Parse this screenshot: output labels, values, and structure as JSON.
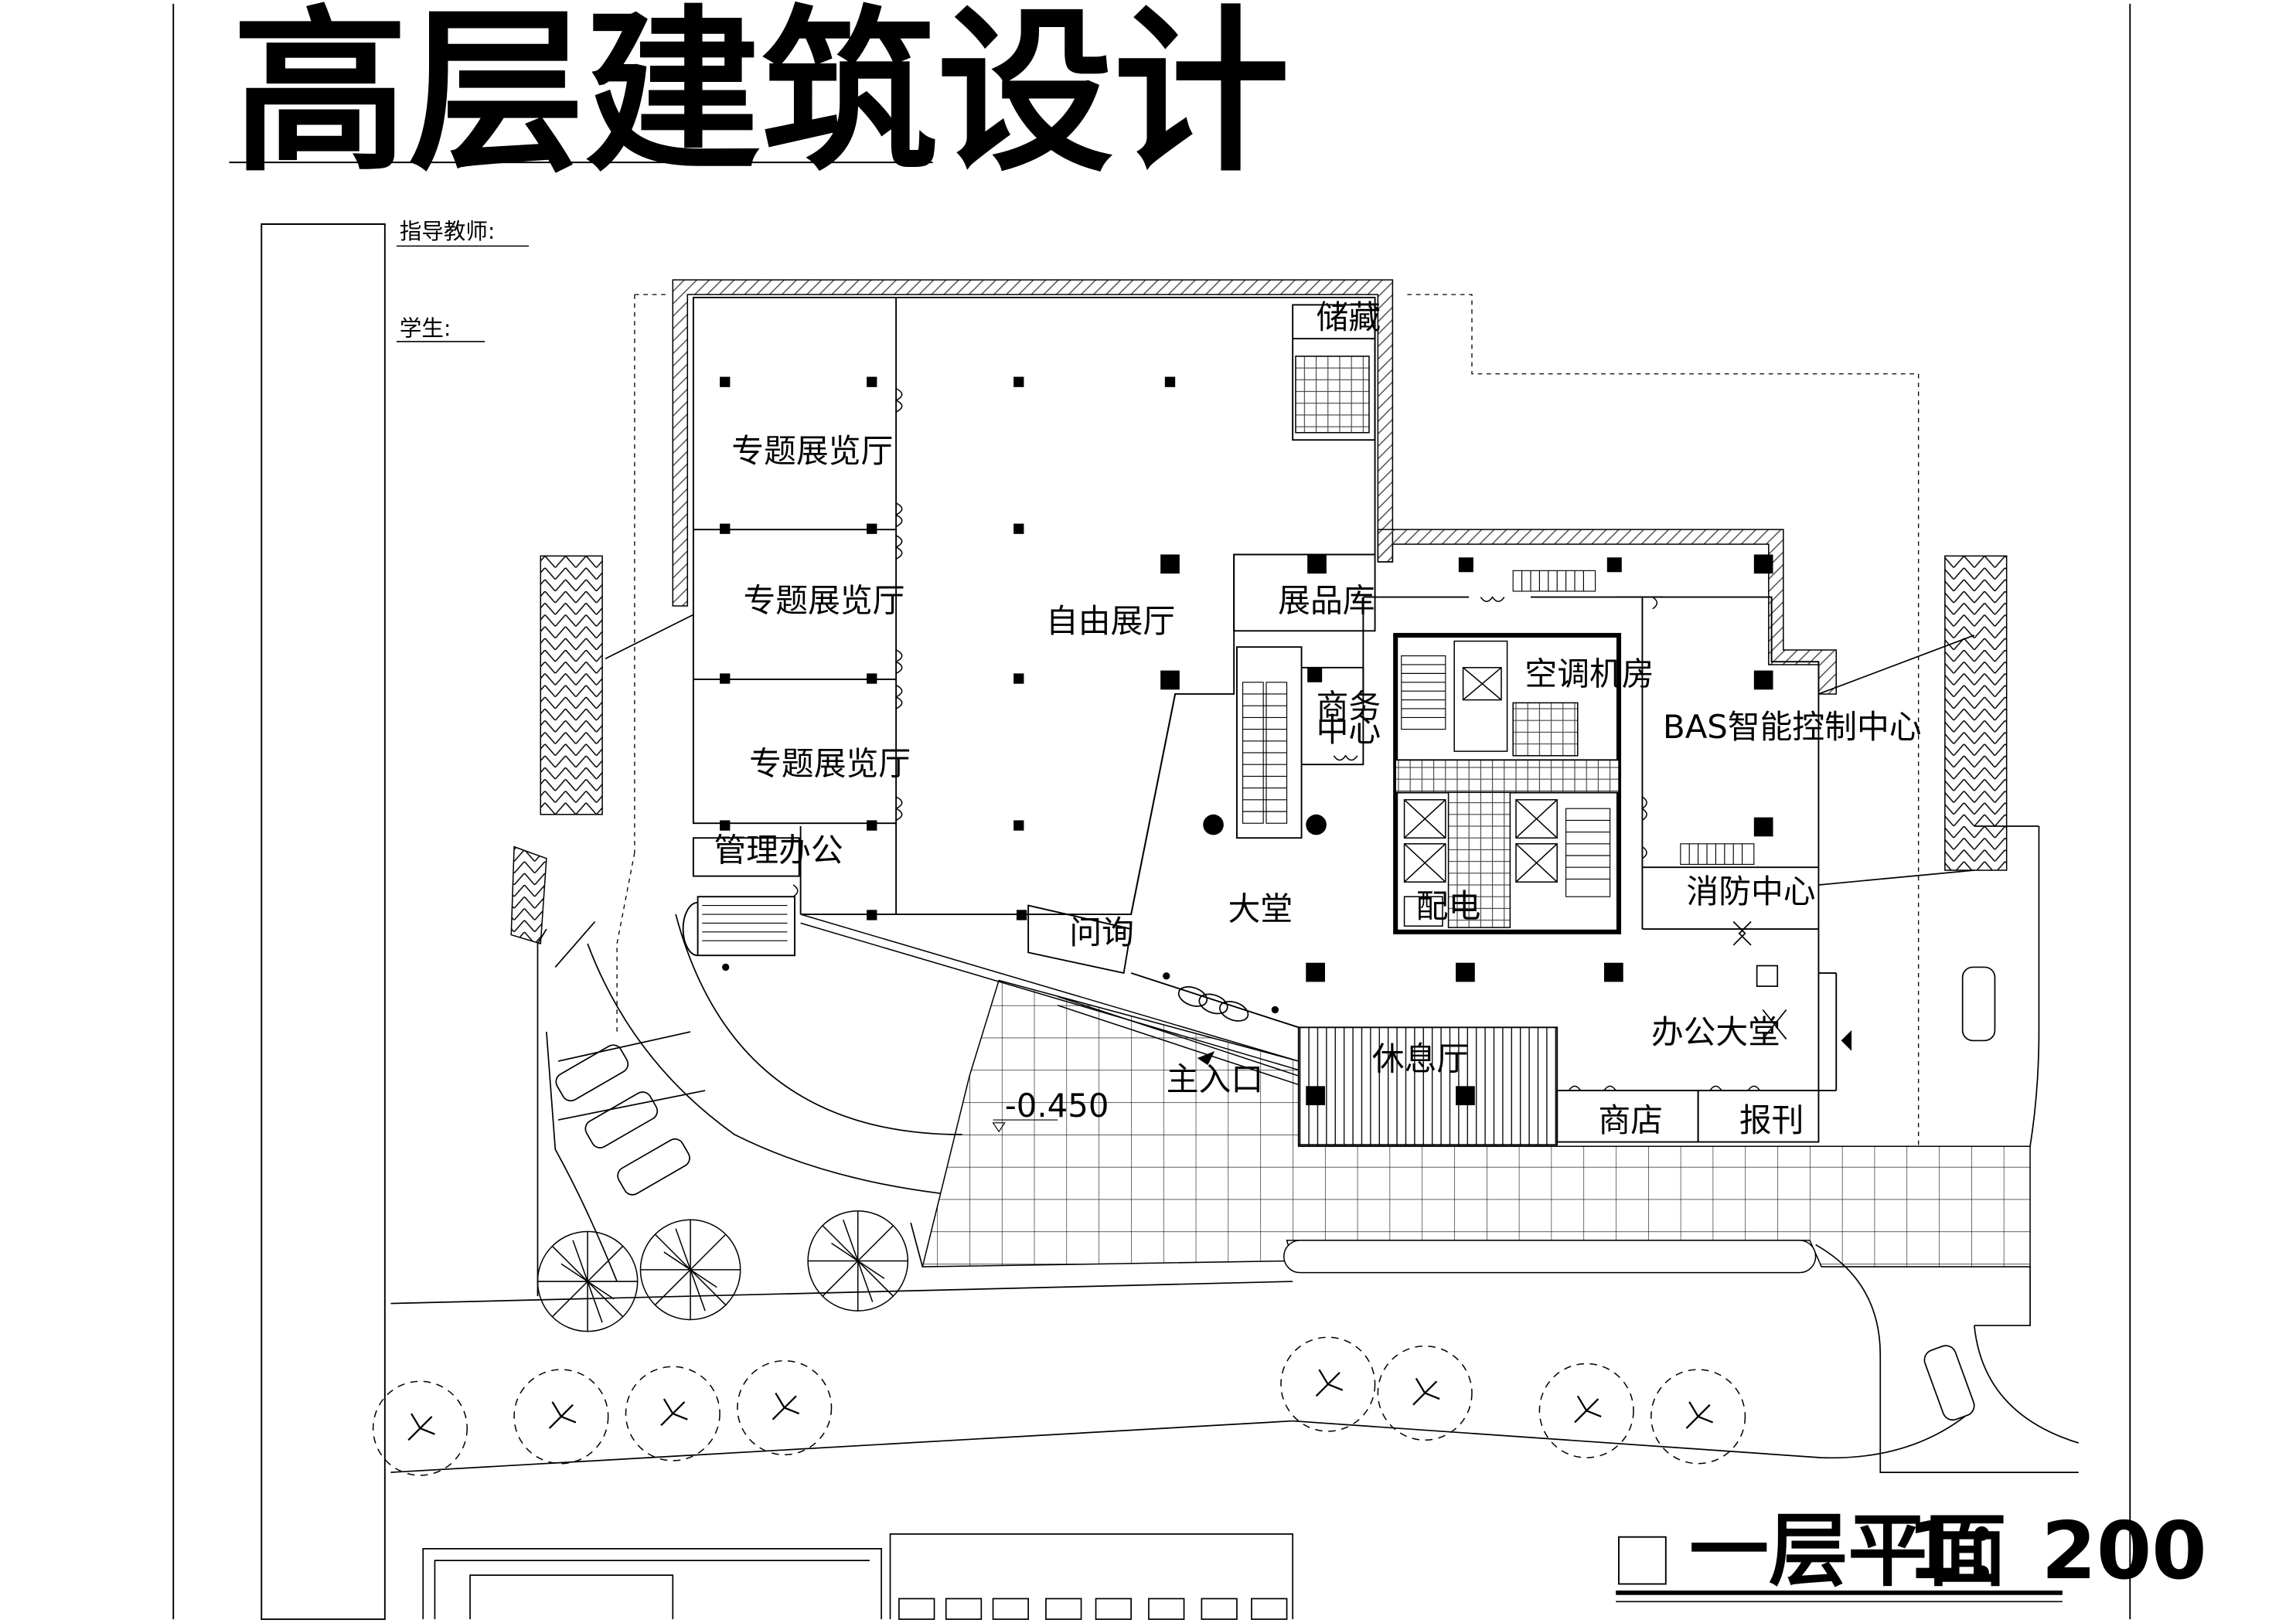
{
  "sheet": {
    "title": "高层建筑设计",
    "instructor_label": "指导教师:",
    "student_label": "学生:",
    "drawing_title": "一层平面",
    "scale": "1：200"
  },
  "rooms": {
    "theme_hall_1": "专题展览厅",
    "theme_hall_2": "专题展览厅",
    "theme_hall_3": "专题展览厅",
    "free_hall": "自由展厅",
    "storage": "储藏",
    "exhibit_store": "展品库",
    "business_1": "商务",
    "business_2": "中心",
    "admin_office": "管理办公",
    "inquiry": "问询",
    "lobby": "大堂",
    "hvac_room": "空调机房",
    "bas_center": "BAS智能控制中心",
    "fire_center": "消防中心",
    "office_lobby": "办公大堂",
    "lounge": "休息厅",
    "shop": "商店",
    "newsstand": "报刊",
    "main_entrance": "主入口",
    "elevation": "-0.450",
    "distribution": "配电"
  },
  "colors": {
    "line": "#000000",
    "background": "#ffffff",
    "wall_hatch": "#555555"
  }
}
